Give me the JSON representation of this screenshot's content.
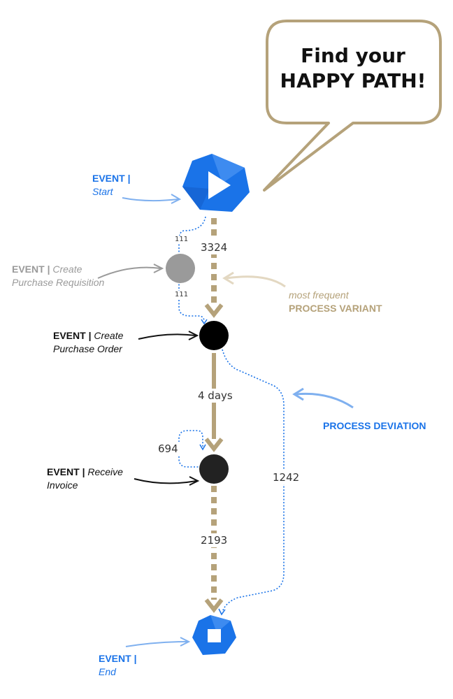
{
  "callout": {
    "line1": "Find your",
    "line2": "HAPPY PATH!"
  },
  "events": {
    "start": {
      "prefix": "EVENT |",
      "name": "Start"
    },
    "create_pr": {
      "prefix": "EVENT |",
      "name_line1": "Create",
      "name_line2": "Purchase Requisition"
    },
    "create_po": {
      "prefix": "EVENT |",
      "name_line1": "Create",
      "name_line2": "Purchase Order"
    },
    "receive_invoice": {
      "prefix": "EVENT |",
      "name_line1": "Receive",
      "name_line2": "Invoice"
    },
    "end": {
      "prefix": "EVENT |",
      "name": "End"
    }
  },
  "annotations": {
    "variant_line1": "most frequent",
    "variant_line2": "PROCESS VARIANT",
    "deviation": "PROCESS DEVIATION"
  },
  "edges": {
    "start_to_po": "3324",
    "start_to_pr": "111",
    "pr_to_po": "111",
    "po_to_invoice": "4 days",
    "invoice_loop": "694",
    "po_to_end": "1242",
    "invoice_to_end": "2193"
  },
  "colors": {
    "blue": "#1a73e8",
    "gold": "#b5a27a",
    "gray": "#9a9a9a",
    "black": "#111111"
  },
  "icons": {
    "start": "play-icon",
    "end": "stop-icon"
  }
}
